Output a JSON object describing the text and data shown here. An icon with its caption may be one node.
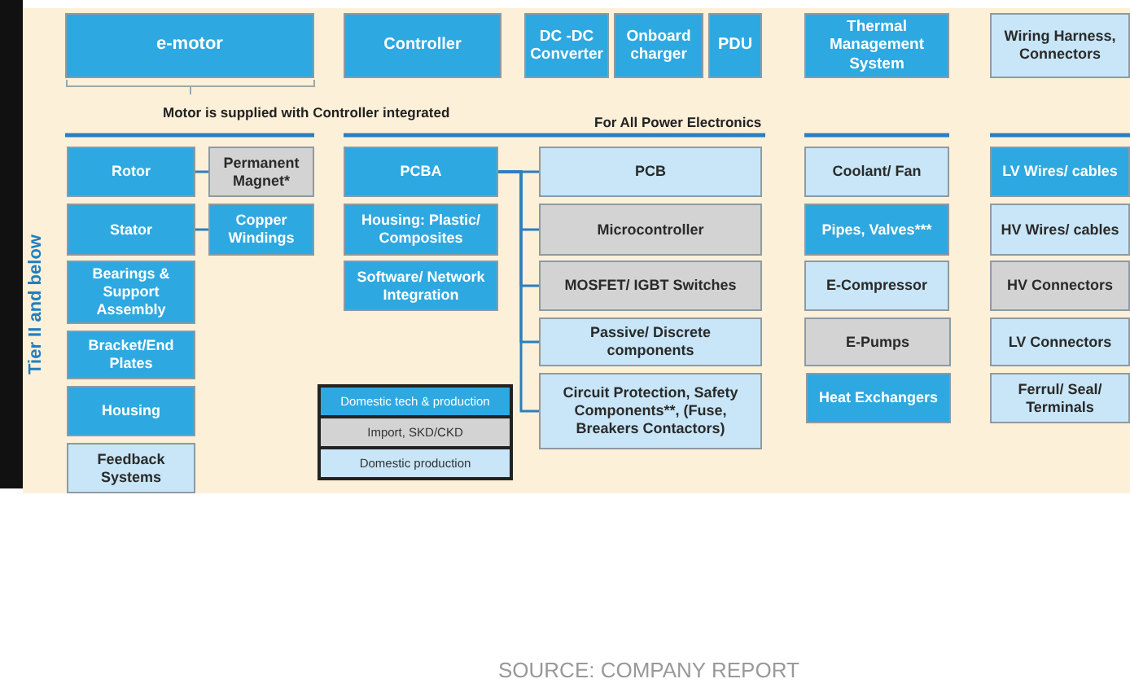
{
  "diagram": {
    "nodes": [
      {
        "text": [
          "e-motor"
        ]
      },
      {
        "text": [
          "Controller"
        ]
      },
      {
        "text": [
          "DC -DC Converter"
        ]
      },
      {
        "text": [
          "Onboard charger"
        ]
      },
      {
        "text": [
          "PDU"
        ]
      },
      {
        "text": [
          "Thermal Management System"
        ]
      },
      {
        "text": [
          "Wiring Harness, Connectors"
        ]
      },
      {
        "text": [
          "Rotor"
        ]
      },
      {
        "text": [
          "Permanent Magnet*"
        ]
      },
      {
        "text": [
          "Stator"
        ]
      },
      {
        "text": [
          "Copper Windings"
        ]
      },
      {
        "text": [
          "Bearings & Support Assembly"
        ]
      },
      {
        "text": [
          "Bracket/End Plates"
        ]
      },
      {
        "text": [
          "Housing"
        ]
      },
      {
        "text": [
          "Feedback Systems"
        ]
      },
      {
        "text": [
          "PCBA"
        ]
      },
      {
        "text": [
          "Housing: Plastic/ Composites"
        ]
      },
      {
        "text": [
          "Software/ Network Integration"
        ]
      },
      {
        "text": [
          "PCB"
        ]
      },
      {
        "text": [
          "Microcontroller"
        ]
      },
      {
        "text": [
          "MOSFET/ IGBT Switches"
        ]
      },
      {
        "text": [
          "Passive/ Discrete components"
        ]
      },
      {
        "text": [
          "Circuit Protection, Safety Components**, (Fuse, Breakers Contactors)"
        ]
      },
      {
        "text": [
          "Coolant/ Fan"
        ]
      },
      {
        "text": [
          "Pipes, Valves***"
        ]
      },
      {
        "text": [
          "E-Compressor"
        ]
      },
      {
        "text": [
          "E-Pumps"
        ]
      },
      {
        "text": [
          "Heat Exchangers"
        ]
      },
      {
        "text": [
          "LV Wires/ cables"
        ]
      },
      {
        "text": [
          "HV Wires/ cables"
        ]
      },
      {
        "text": [
          "HV Connectors"
        ]
      },
      {
        "text": [
          "LV Connectors"
        ]
      },
      {
        "text": [
          "Ferrul/ Seal/ Terminals"
        ]
      }
    ],
    "edges": [
      {
        "from": 7,
        "to": 8,
        "arrow": "none"
      },
      {
        "from": 9,
        "to": 10,
        "arrow": "none"
      },
      {
        "from": 15,
        "to": 18,
        "arrow": "none"
      },
      {
        "from": 15,
        "to": 19,
        "arrow": "none"
      },
      {
        "from": 15,
        "to": 20,
        "arrow": "none"
      },
      {
        "from": 15,
        "to": 21,
        "arrow": "none"
      },
      {
        "from": 15,
        "to": 22,
        "arrow": "none"
      }
    ],
    "labels": [
      "Motor is supplied with Controller integrated",
      "For All Power Electronics",
      "Tier II and below",
      "SOURCE: COMPANY REPORT"
    ],
    "legend": [
      {
        "text": "Domestic tech & production",
        "color": "#2ea8e0"
      },
      {
        "text": "Import, SKD/CKD",
        "color": "#d3d3d3"
      },
      {
        "text": "Domestic production",
        "color": "#c8e6f7"
      }
    ]
  }
}
